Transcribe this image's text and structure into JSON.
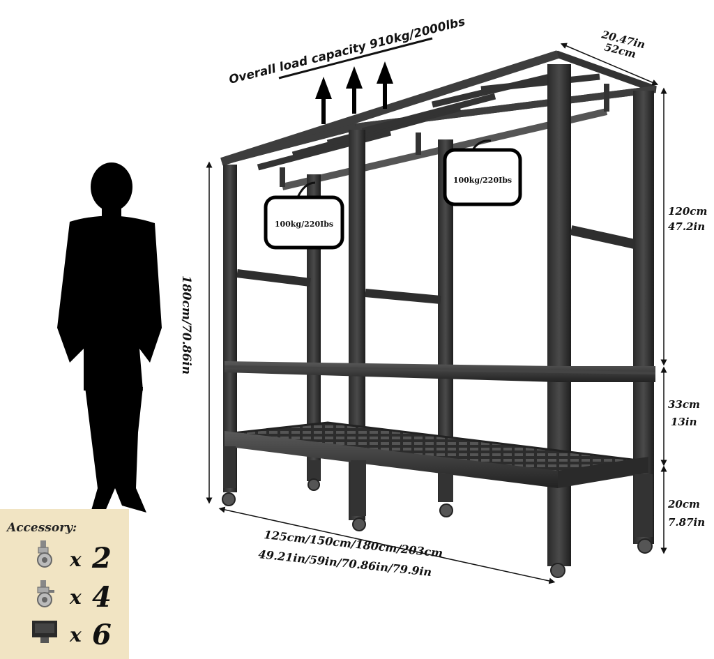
{
  "load_capacity": "Overall load capacity 910kg/2000lbs",
  "depth": {
    "in": "20.47in",
    "cm": "52cm"
  },
  "height_total": "180cm/70.86in",
  "segments": [
    {
      "cm": "120cm",
      "in": "47.2in"
    },
    {
      "cm": "33cm",
      "in": "13in"
    },
    {
      "cm": "20cm",
      "in": "7.87in"
    }
  ],
  "width": {
    "cm": "125cm/150cm/180cm/203cm",
    "in": "49.21in/59in/70.86in/79.9in"
  },
  "hanger_labels": [
    "100kg/220Ibs",
    "100kg/220Ibs"
  ],
  "accessory": {
    "title": "Accessory:",
    "items": [
      {
        "icon": "caster-wheel-icon",
        "qty": "2"
      },
      {
        "icon": "caster-wheel-brake-icon",
        "qty": "4"
      },
      {
        "icon": "leveling-foot-icon",
        "qty": "6"
      }
    ],
    "times": "x"
  }
}
